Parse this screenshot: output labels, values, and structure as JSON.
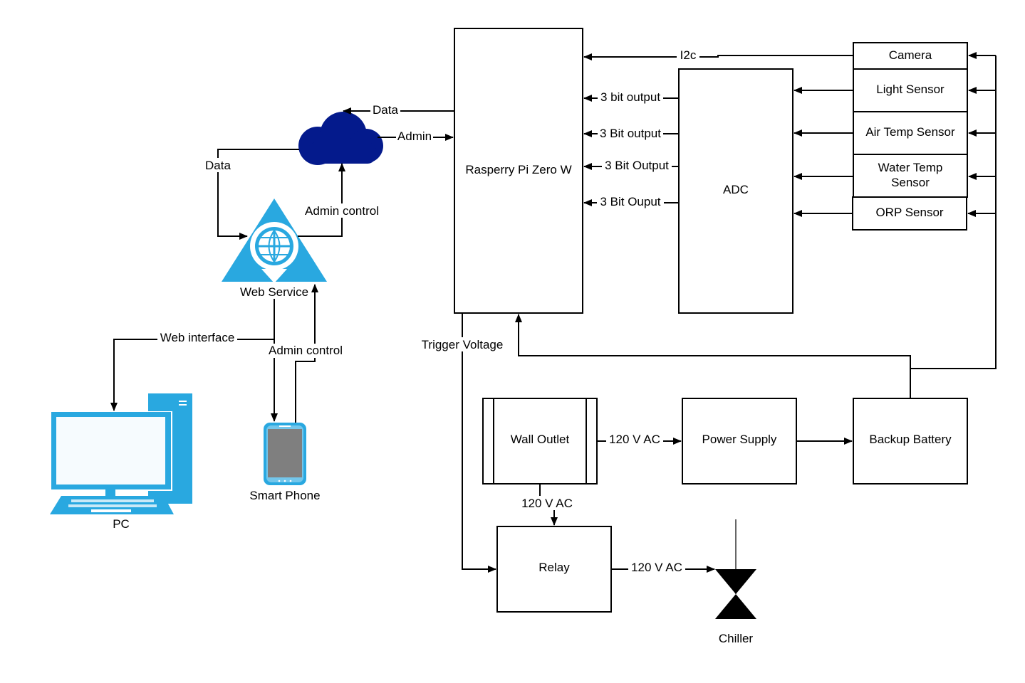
{
  "blocks": {
    "rpi": "Rasperry Pi Zero W",
    "adc": "ADC",
    "camera": "Camera",
    "light_sensor": "Light Sensor",
    "air_temp_sensor": "Air Temp Sensor",
    "water_temp_sensor_line1": "Water Temp",
    "water_temp_sensor_line2": "Sensor",
    "orp_sensor": "ORP Sensor",
    "wall_outlet": "Wall Outlet",
    "power_supply": "Power Supply",
    "backup_battery": "Backup Battery",
    "relay": "Relay",
    "chiller": "Chiller",
    "web_service": "Web Service",
    "pc": "PC",
    "smart_phone": "Smart Phone"
  },
  "connections": {
    "i2c": "I2c",
    "adc_out_1": "3 bit output",
    "adc_out_2": "3 Bit output",
    "adc_out_3": "3 Bit Output",
    "adc_out_4": "3 Bit Ouput",
    "cloud_data": "Data",
    "cloud_admin": "Admin",
    "web_data": "Data",
    "admin_control_cloud": "Admin control",
    "web_interface": "Web interface",
    "admin_control_phone": "Admin control",
    "trigger_voltage": "Trigger Voltage",
    "ac_outlet_supply": "120 V AC",
    "ac_outlet_relay": "120 V AC",
    "ac_relay_chiller": "120 V AC"
  },
  "colors": {
    "cloud": "#041a8c",
    "web_service": "#29a8e0",
    "devices": "#29a8e0",
    "phone_screen": "#7f7f7f",
    "lines": "#000000"
  },
  "icons": {
    "cloud": "cloud-icon",
    "web_service": "web-service-globe-icon",
    "pc": "desktop-computer-icon",
    "smart_phone": "smartphone-icon",
    "chiller": "valve-icon"
  }
}
